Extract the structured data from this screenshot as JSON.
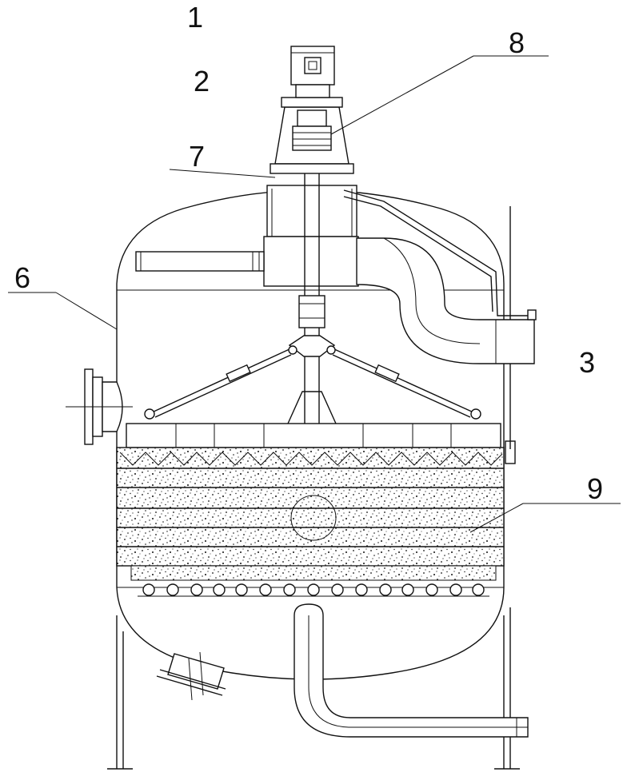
{
  "diagram": {
    "labels": {
      "l1": "1",
      "l2": "2",
      "l3": "3",
      "l6": "6",
      "l7": "7",
      "l8": "8",
      "l9": "9"
    },
    "colors": {
      "line": "#111111",
      "background": "#ffffff"
    }
  }
}
